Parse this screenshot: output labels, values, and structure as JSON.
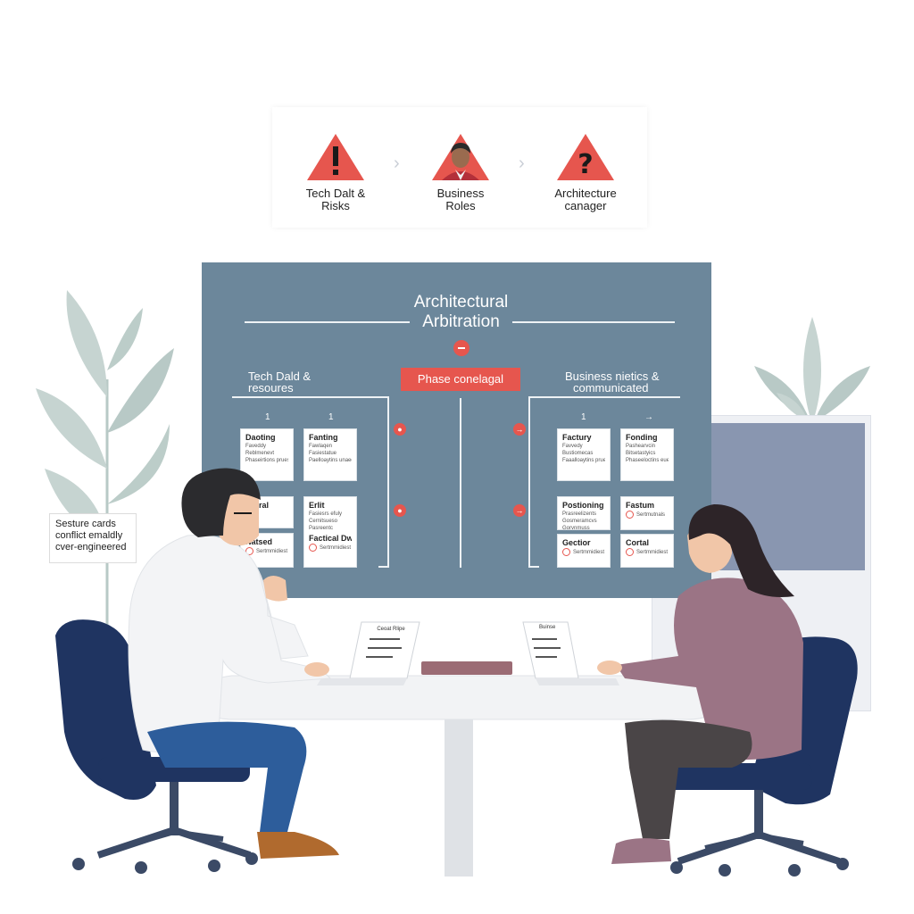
{
  "flow": {
    "steps": [
      {
        "label": "Tech Dalt &\nRisks",
        "icon": "warning-exclamation-icon"
      },
      {
        "label": "Business\nRoles",
        "icon": "person-avatar-icon"
      },
      {
        "label": "Architecture\ncanager",
        "icon": "warning-question-icon"
      }
    ],
    "arrow": "›"
  },
  "board": {
    "title_line1": "Architectural",
    "title_line2": "Arbitration",
    "phase_badge": "Phase conelagal",
    "left_heading_line1": "Tech Dald &",
    "left_heading_line2": "resoures",
    "right_heading_line1": "Business nietics &",
    "right_heading_line2": "communicated",
    "left_numbers": [
      "1",
      "1"
    ],
    "right_numbers": [
      "1",
      "→"
    ],
    "left_cards": [
      {
        "title": "Daoting",
        "lines": [
          "Faveddy",
          "Reblmenevt",
          "Phaseirtions pruesd"
        ]
      },
      {
        "title": "Fanting",
        "lines": [
          "Fawlaqen",
          "Fasiestatue",
          "Paelloaytins unaed"
        ]
      },
      {
        "title": "Nhtral",
        "lines": []
      },
      {
        "title": "Erlit",
        "lines": [
          "Fasiesrs efuly",
          "Cernitsueso",
          "Pasreentc"
        ]
      },
      {
        "title": "Natsed",
        "lines": [
          "Sertmmidiest"
        ],
        "flag": true
      },
      {
        "title": "Factical Dwbs",
        "lines": [
          "Sertmmidiest"
        ],
        "flag": true
      }
    ],
    "right_cards": [
      {
        "title": "Factury",
        "lines": [
          "Favvedy",
          "Bustiomecas",
          "Faaalloaytins pruesd"
        ]
      },
      {
        "title": "Fonding",
        "lines": [
          "Pashearvcin",
          "Bitsetastyics",
          "Phaseeloctins euesd"
        ]
      },
      {
        "title": "Postioning",
        "lines": [
          "Prasreelizents",
          "Gosmeramcvs",
          "Gorvnmuss"
        ]
      },
      {
        "title": "Fastum",
        "lines": [
          "Sertmutnals"
        ],
        "flag": true
      },
      {
        "title": "Gectior",
        "lines": [
          "Sertmmidiest"
        ],
        "flag": true
      },
      {
        "title": "Cortal",
        "lines": [
          "Sertmmidiest"
        ],
        "flag": true
      }
    ]
  },
  "sticky": {
    "line1": "Sesture cards",
    "line2": "conflict emaldly",
    "line3": "cver-engineered"
  },
  "laptops": {
    "left_screen_title": "Ceoat Rlipe",
    "right_screen_title": "Buinse"
  },
  "colors": {
    "board": "#6c879b",
    "accent_red": "#e6564e",
    "chair_navy": "#1f3461",
    "plant": "#b8c9c6"
  }
}
